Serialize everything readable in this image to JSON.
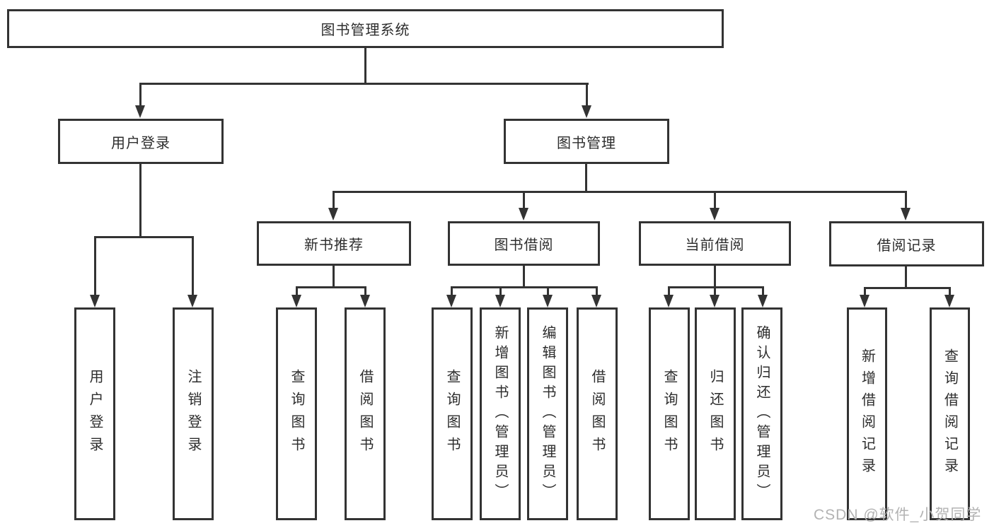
{
  "tree": {
    "root": {
      "label": "图书管理系统",
      "children": [
        {
          "label": "用户登录",
          "children": [
            {
              "label": "用户登录"
            },
            {
              "label": "注销登录"
            }
          ]
        },
        {
          "label": "图书管理",
          "children": [
            {
              "label": "新书推荐",
              "children": [
                {
                  "label": "查询图书"
                },
                {
                  "label": "借阅图书"
                }
              ]
            },
            {
              "label": "图书借阅",
              "children": [
                {
                  "label": "查询图书"
                },
                {
                  "label": "新增图书（管理员）"
                },
                {
                  "label": "编辑图书（管理员）"
                },
                {
                  "label": "借阅图书"
                }
              ]
            },
            {
              "label": "当前借阅",
              "children": [
                {
                  "label": "查询图书"
                },
                {
                  "label": "归还图书"
                },
                {
                  "label": "确认归还（管理员）"
                }
              ]
            },
            {
              "label": "借阅记录",
              "children": [
                {
                  "label": "新增借阅记录"
                },
                {
                  "label": "查询借阅记录"
                }
              ]
            }
          ]
        }
      ]
    }
  },
  "watermark": {
    "text": "CSDN @软件_小贺同学"
  },
  "colors": {
    "line": "#333333",
    "border": "#333333",
    "text": "#2d2d2d",
    "watermark": "#b3b3b3",
    "background": "#ffffff"
  }
}
